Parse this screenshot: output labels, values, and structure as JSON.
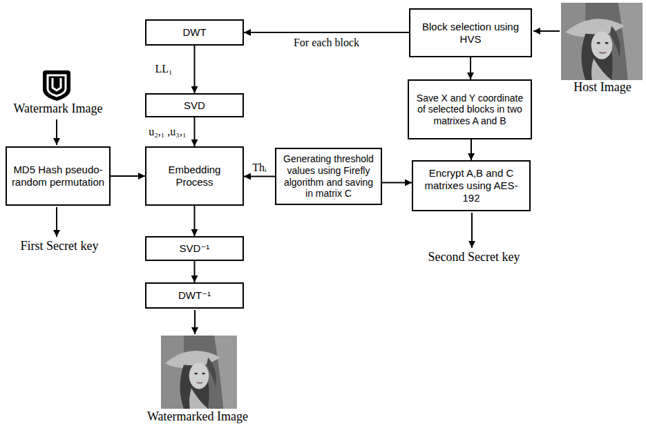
{
  "diagram": {
    "nodes": [
      {
        "text": [
          "DWT"
        ]
      },
      {
        "text": [
          "Block selection using HVS"
        ]
      },
      {
        "text": [
          "SVD"
        ]
      },
      {
        "text": [
          "Save X and Y coordinate of selected blocks in two matrixes A and B"
        ]
      },
      {
        "text": [
          "MD5 Hash pseudo-random permutation"
        ]
      },
      {
        "text": [
          "Embedding Process"
        ]
      },
      {
        "text": [
          "Generating threshold values using Firefly algorithm and saving in matrix C"
        ]
      },
      {
        "text": [
          "Encrypt A,B and C matrixes using AES-192"
        ]
      },
      {
        "text": [
          "SVD⁻¹"
        ]
      },
      {
        "text": [
          "DWT⁻¹"
        ]
      }
    ],
    "edges": [
      {
        "from": 1,
        "to": 0,
        "arrow": "to",
        "label": "For each block"
      },
      {
        "from": 0,
        "to": 2,
        "arrow": "to",
        "label": "LL₁"
      },
      {
        "from": 2,
        "to": 5,
        "arrow": "to",
        "label": "u₂,₁ ,u₃,₁"
      },
      {
        "from": 4,
        "to": 5,
        "arrow": "to"
      },
      {
        "from": 6,
        "to": 5,
        "arrow": "to",
        "label": "Thᵢ"
      },
      {
        "from": 6,
        "to": 7,
        "arrow": "to"
      },
      {
        "from": 1,
        "to": 3,
        "arrow": "to"
      },
      {
        "from": 3,
        "to": 7,
        "arrow": "to"
      },
      {
        "from": 5,
        "to": 8,
        "arrow": "to"
      },
      {
        "from": 8,
        "to": 9,
        "arrow": "to"
      }
    ],
    "labels": [
      "Watermark Image",
      "Host Image",
      "First Secret key",
      "Second Secret key",
      "Watermarked Image"
    ]
  }
}
